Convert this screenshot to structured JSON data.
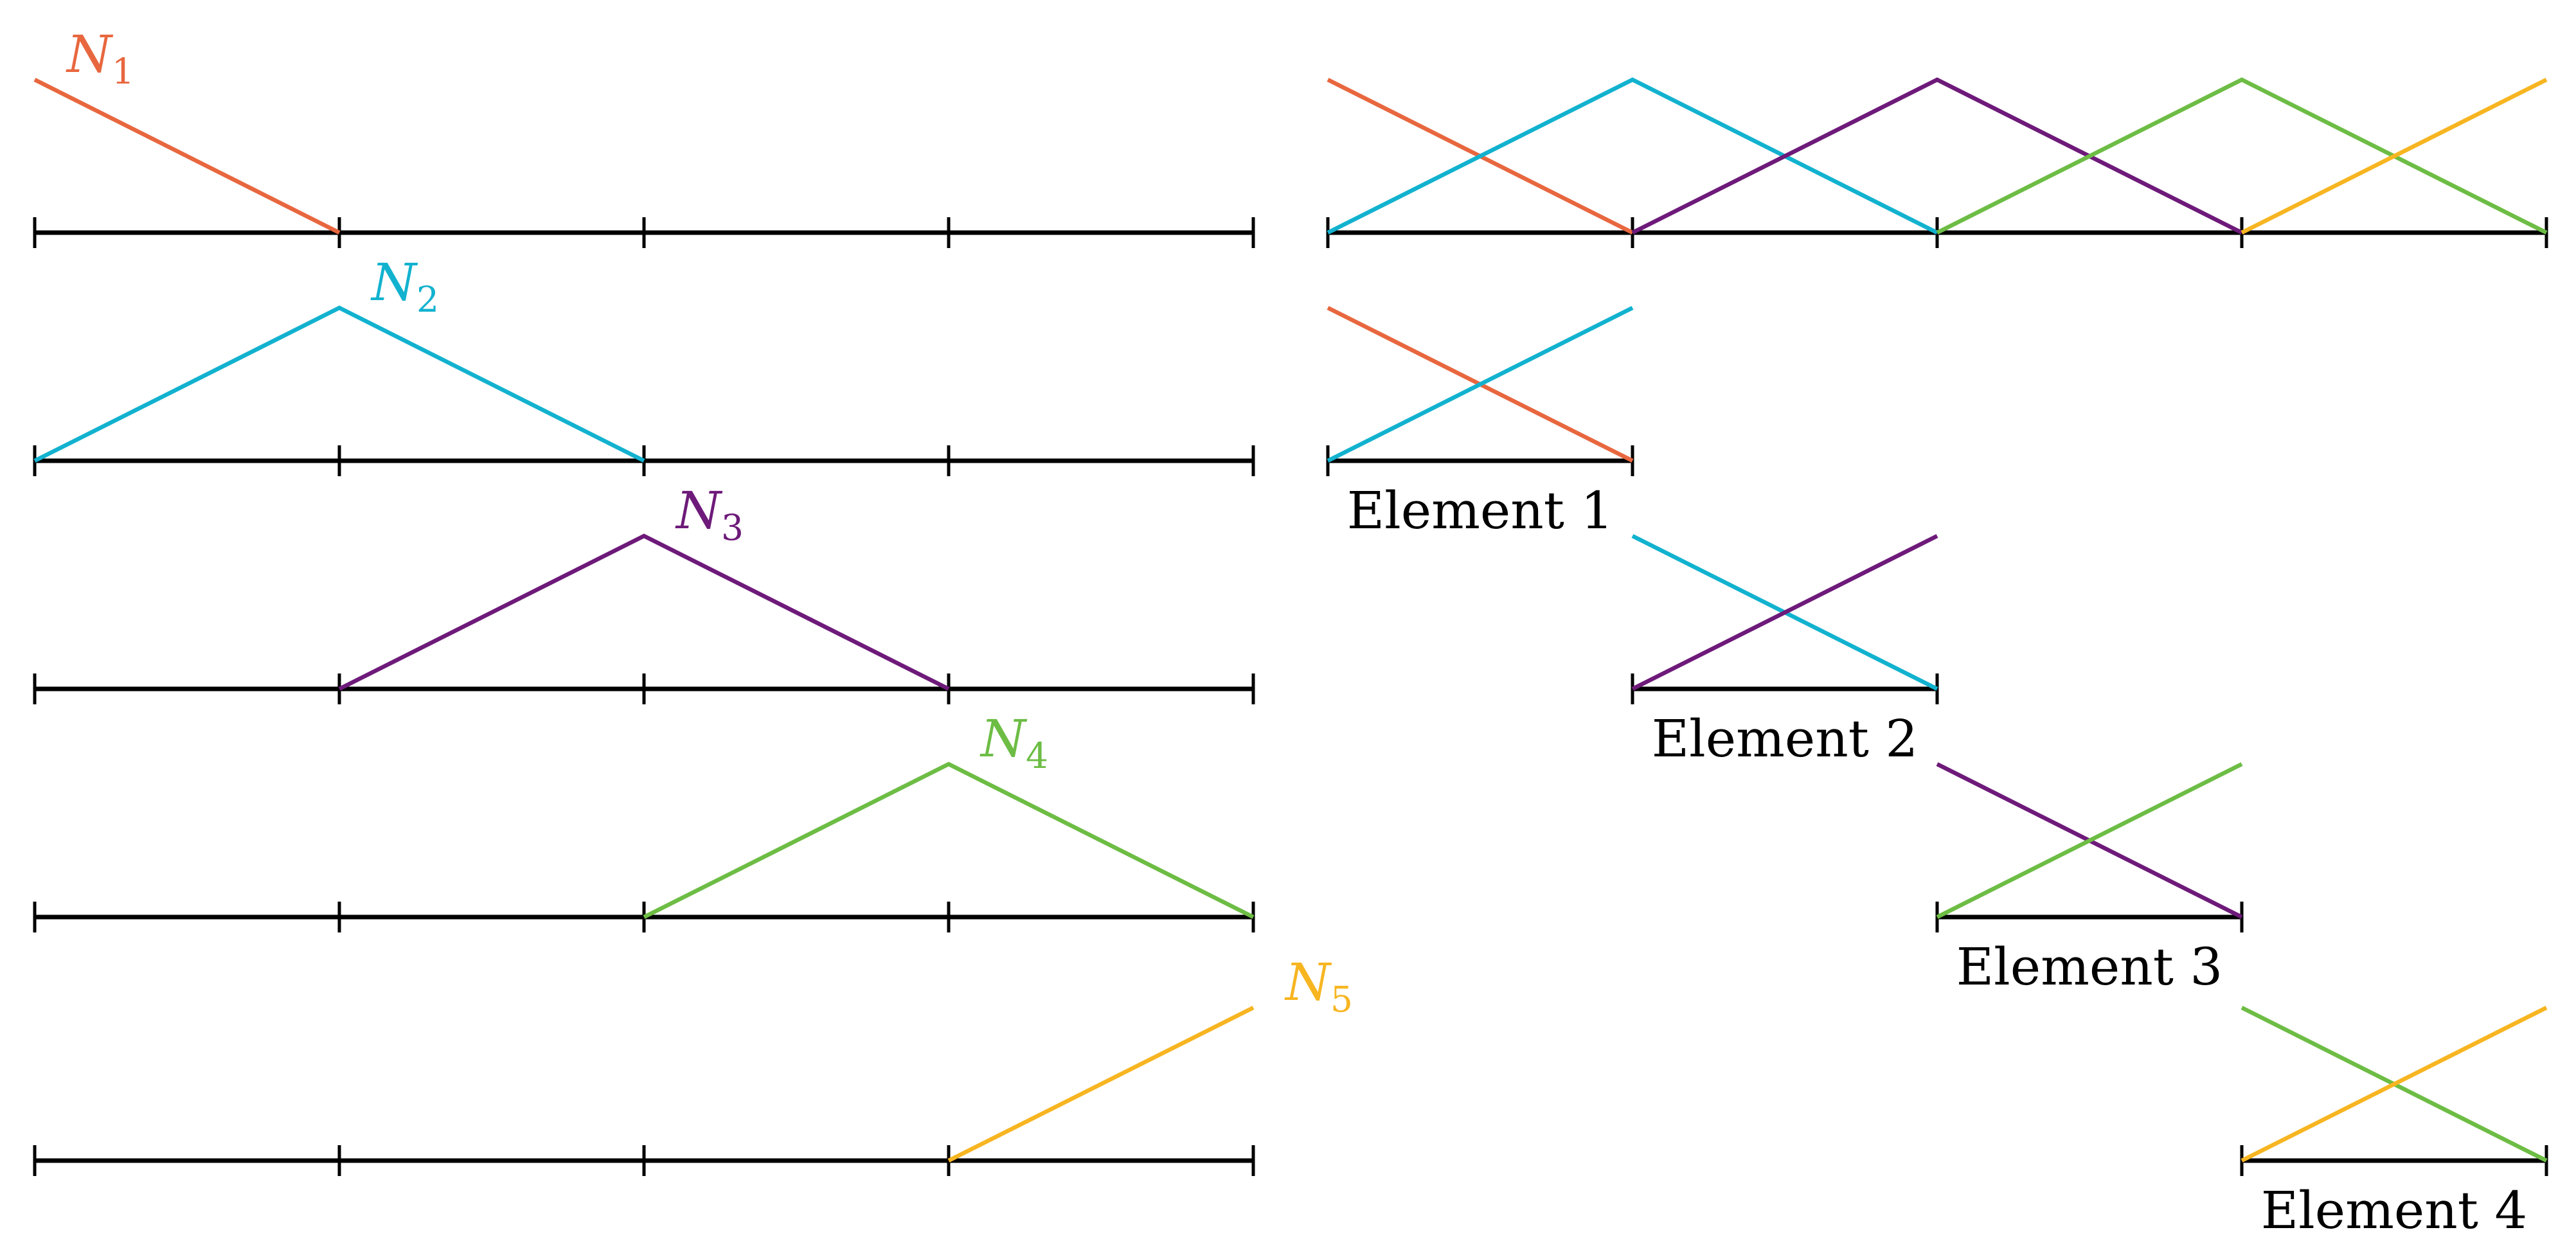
{
  "colors": {
    "N1": "#e8673f",
    "N2": "#12b2cf",
    "N3": "#6e1a7a",
    "N4": "#6dbd45",
    "N5": "#f7b521",
    "axis": "#000000"
  },
  "nodes": [
    0,
    1,
    2,
    3,
    4
  ],
  "basis_functions": [
    {
      "name": "N",
      "sub": "1",
      "color_key": "N1",
      "x": [
        0,
        1
      ],
      "y": [
        1,
        0
      ]
    },
    {
      "name": "N",
      "sub": "2",
      "color_key": "N2",
      "x": [
        0,
        1,
        2
      ],
      "y": [
        0,
        1,
        0
      ]
    },
    {
      "name": "N",
      "sub": "3",
      "color_key": "N3",
      "x": [
        1,
        2,
        3
      ],
      "y": [
        0,
        1,
        0
      ]
    },
    {
      "name": "N",
      "sub": "4",
      "color_key": "N4",
      "x": [
        2,
        3,
        4
      ],
      "y": [
        0,
        1,
        0
      ]
    },
    {
      "name": "N",
      "sub": "5",
      "color_key": "N5",
      "x": [
        3,
        4
      ],
      "y": [
        0,
        1
      ]
    }
  ],
  "elements": [
    {
      "label": "Element 1",
      "start": 0,
      "end": 1,
      "functions": [
        "N1",
        "N2"
      ]
    },
    {
      "label": "Element 2",
      "start": 1,
      "end": 2,
      "functions": [
        "N2",
        "N3"
      ]
    },
    {
      "label": "Element 3",
      "start": 2,
      "end": 3,
      "functions": [
        "N3",
        "N4"
      ]
    },
    {
      "label": "Element 4",
      "start": 3,
      "end": 4,
      "functions": [
        "N4",
        "N5"
      ]
    }
  ]
}
